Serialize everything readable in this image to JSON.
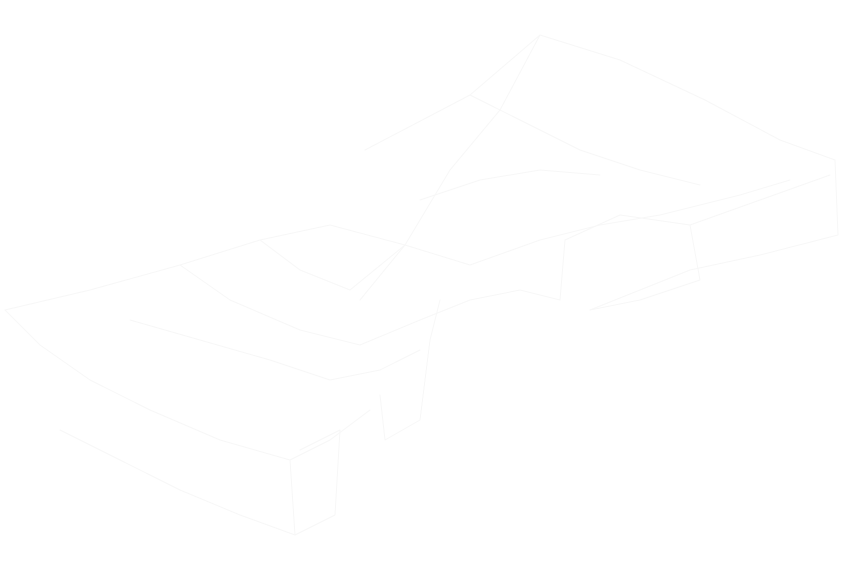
{
  "canvas": {
    "background": "#ffffff",
    "stroke_color": "#f7f7f7"
  },
  "drawing": {
    "description_visible_text": "",
    "elements": [
      {
        "name": "roof-outline"
      },
      {
        "name": "left-wing-outline"
      },
      {
        "name": "front-gable-outline"
      },
      {
        "name": "right-block-outline"
      },
      {
        "name": "lower-left-box-outline"
      },
      {
        "name": "centre-post-outline"
      },
      {
        "name": "ridge-line"
      },
      {
        "name": "inner-crease-lines"
      }
    ]
  }
}
